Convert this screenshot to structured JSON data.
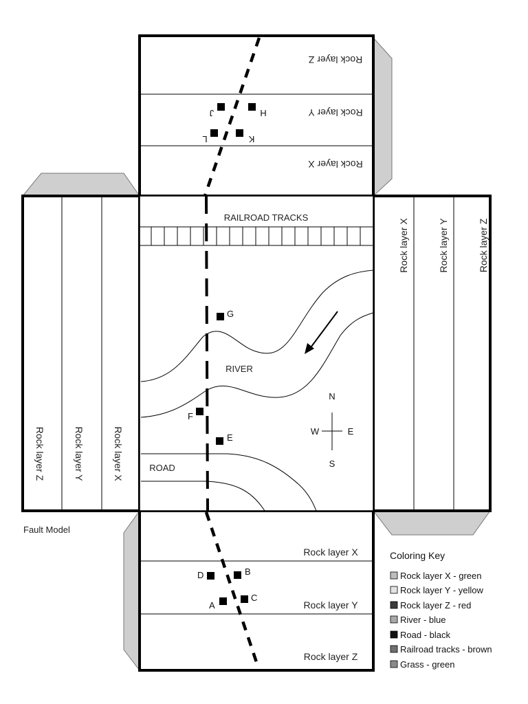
{
  "layers": {
    "x": "Rock layer X",
    "y": "Rock layer Y",
    "z": "Rock layer Z"
  },
  "features": {
    "railroad": "RAILROAD TRACKS",
    "river": "RIVER",
    "road": "ROAD"
  },
  "compass": {
    "n": "N",
    "s": "S",
    "e": "E",
    "w": "W"
  },
  "points": {
    "a": "A",
    "b": "B",
    "c": "C",
    "d": "D",
    "e": "E",
    "f": "F",
    "g": "G",
    "h": "H",
    "j": "J",
    "k": "K",
    "l": "L"
  },
  "caption": "Fault Model",
  "key": {
    "title": "Coloring Key",
    "items": [
      {
        "label": "Rock layer X - green",
        "swatch": "#bdbdbd"
      },
      {
        "label": "Rock layer Y - yellow",
        "swatch": "#e3e3e3"
      },
      {
        "label": "Rock layer Z - red",
        "swatch": "#3a3a3a"
      },
      {
        "label": "River - blue",
        "swatch": "#a9a9a9"
      },
      {
        "label": "Road - black",
        "swatch": "#111111"
      },
      {
        "label": "Railroad tracks - brown",
        "swatch": "#6f6f6f"
      },
      {
        "label": "Grass - green",
        "swatch": "#8a8a8a"
      }
    ]
  }
}
